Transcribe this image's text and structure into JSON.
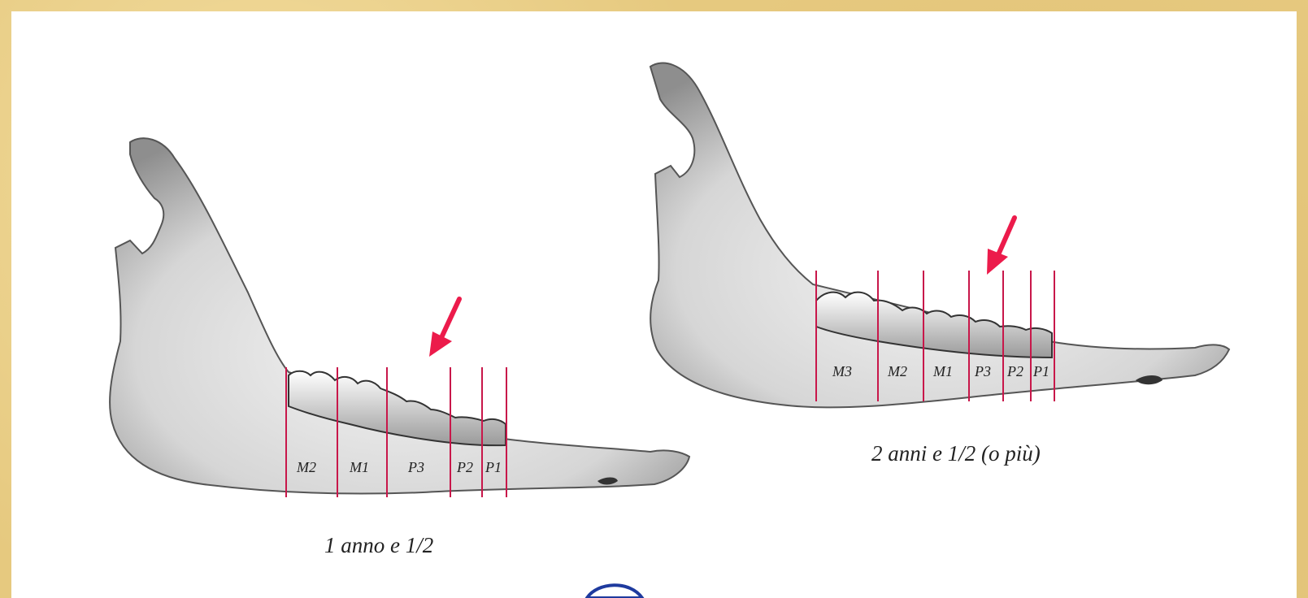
{
  "accent_color": "#c8174a",
  "arrow_color": "#ec1b4b",
  "jaws": [
    {
      "caption": "1 anno e 1/2",
      "tooth_labels": [
        "M2",
        "M1",
        "P3",
        "P2",
        "P1"
      ]
    },
    {
      "caption": "2 anni e 1/2 (o più)",
      "tooth_labels": [
        "M3",
        "M2",
        "M1",
        "P3",
        "P2",
        "P1"
      ]
    }
  ]
}
